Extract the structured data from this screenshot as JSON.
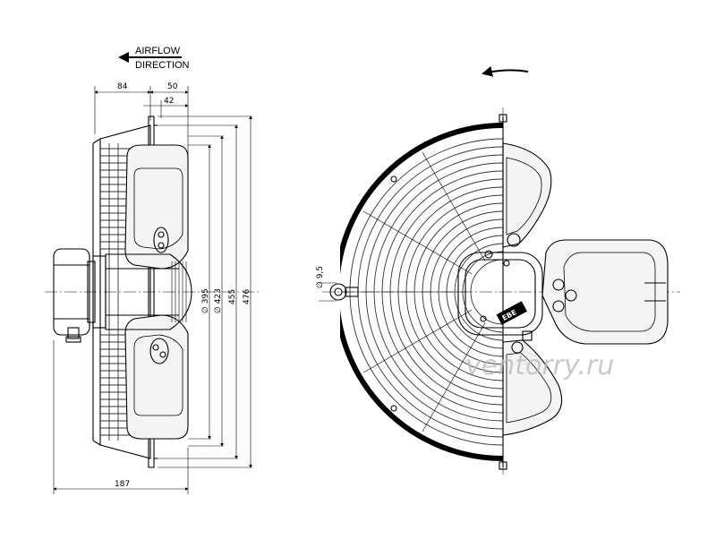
{
  "airflow": {
    "line1": "AIRFLOW",
    "line2": "DIRECTION"
  },
  "dimensions": {
    "d84": "84",
    "d50": "50",
    "d42": "42",
    "d187": "187",
    "dia395": "∅ 395",
    "dia423": "∅ 423",
    "dia455": "455",
    "dia476": "476",
    "hole": "∅ 9,5"
  },
  "label_plate": "ЕВЕ",
  "watermark": "ventorry.ru",
  "colors": {
    "line": "#000000",
    "blade_fill": "#f4f4f4",
    "watermark": "#b9b9b9"
  }
}
